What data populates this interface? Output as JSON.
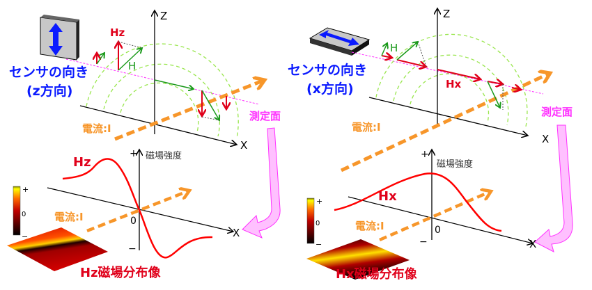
{
  "left": {
    "sensor_label": "センサの向き",
    "sensor_dir": "(z方向)",
    "z_label": "Z",
    "x_label": "X",
    "component_label": "Hz",
    "h_label": "H",
    "current_label": "電流:I",
    "plane_label": "測定面",
    "graph": {
      "y_label": "磁場強度",
      "plus": "+",
      "minus": "−",
      "zero": "0",
      "x_label": "X",
      "curve_label": "Hz",
      "current_label": "電流:I"
    },
    "colorbar": {
      "plus": "+",
      "zero": "0",
      "minus": "−"
    },
    "image_title": "Hz磁場分布像"
  },
  "right": {
    "sensor_label": "センサの向き",
    "sensor_dir": "(x方向)",
    "z_label": "Z",
    "x_label": "X",
    "component_label": "Hx",
    "h_label": "H",
    "current_label": "電流:I",
    "plane_label": "測定面",
    "graph": {
      "y_label": "磁場強度",
      "plus": "+",
      "minus": "−",
      "zero": "0",
      "x_label": "X",
      "curve_label": "Hx",
      "current_label": "電流:I"
    },
    "colorbar": {
      "plus": "+",
      "zero": "0",
      "minus": "−"
    },
    "image_title": "Hx磁場分布像"
  },
  "colors": {
    "field": "#e0001a",
    "h": "#1a9a1a",
    "current": "#f7962a",
    "plane": "#ff30ff",
    "sensor": "#0a1aff",
    "arc": "#99e64d"
  }
}
